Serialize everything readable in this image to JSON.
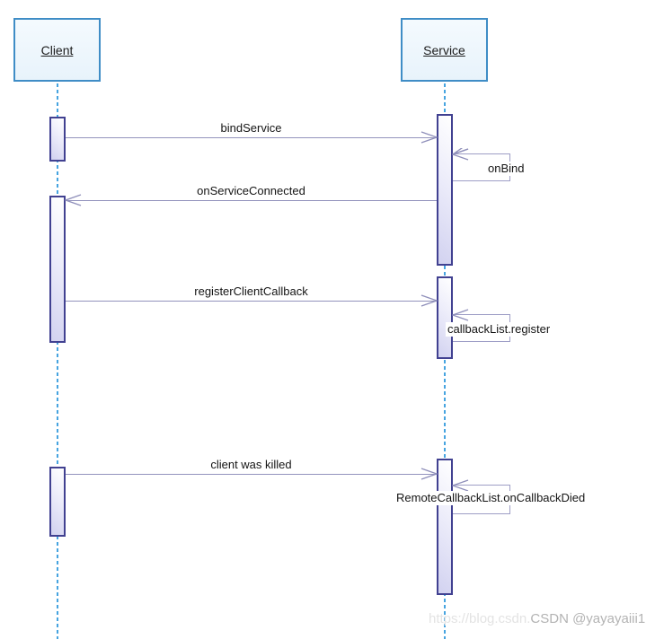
{
  "diagram": {
    "type": "uml-sequence-diagram",
    "actors": [
      {
        "id": "client",
        "label": "Client"
      },
      {
        "id": "service",
        "label": "Service"
      }
    ],
    "messages": [
      {
        "label": "bindService",
        "from": "Client",
        "to": "Service",
        "kind": "call"
      },
      {
        "label": "onBind",
        "from": "Service",
        "to": "Service",
        "kind": "self-call"
      },
      {
        "label": "onServiceConnected",
        "from": "Service",
        "to": "Client",
        "kind": "call"
      },
      {
        "label": "registerClientCallback",
        "from": "Client",
        "to": "Service",
        "kind": "call"
      },
      {
        "label": "callbackList.register",
        "from": "Service",
        "to": "Service",
        "kind": "self-call"
      },
      {
        "label": "client was killed",
        "from": "Client",
        "to": "Service",
        "kind": "call"
      },
      {
        "label": "RemoteCallbackList.onCallbackDied",
        "from": "Service",
        "to": "Service",
        "kind": "self-call"
      }
    ],
    "watermark": {
      "light_text": "https://blog.csdn.",
      "dark_text": "CSDN @yayayaiii1"
    },
    "colors": {
      "actor_border": "#3f8dc6",
      "actor_fill": "#eef6fc",
      "lifeline": "#46a4e0",
      "activation_border": "#414191",
      "activation_fill": "#d2d2f0",
      "message_line": "#9393bd",
      "label_text": "#141414",
      "watermark_light": "#e3e3e3",
      "watermark_dark": "#b3b3b3"
    }
  }
}
